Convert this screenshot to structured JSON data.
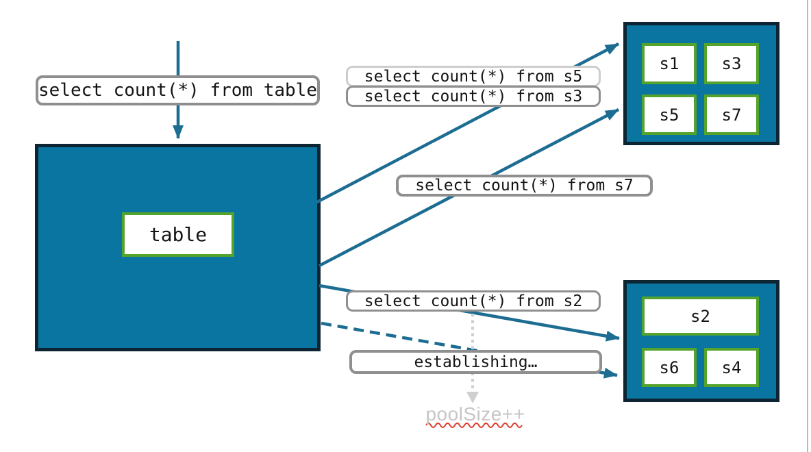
{
  "theme": {
    "teal": "#0a75a1",
    "navy": "#0d2433",
    "green": "#54a32c",
    "arrow": "#1d6d92",
    "label_border": "#8f8f8f",
    "label_border_light": "#cdcdcd",
    "muted_text": "#c6c6c6",
    "dotted_gray": "#cfcfcf",
    "squiggle_red": "#e03a2b"
  },
  "nodes": {
    "table": "table",
    "top_shards": [
      "s1",
      "s3",
      "s5",
      "s7"
    ],
    "bottom_shards": [
      "s2",
      "s6",
      "s4"
    ]
  },
  "labels": {
    "query_table": "select count(*) from table",
    "query_s5": "select count(*) from s5",
    "query_s3": "select count(*) from s3",
    "query_s7": "select count(*) from s7",
    "query_s2": "select count(*) from s2",
    "establishing": "establishing…",
    "pool_size": "poolSize++"
  }
}
